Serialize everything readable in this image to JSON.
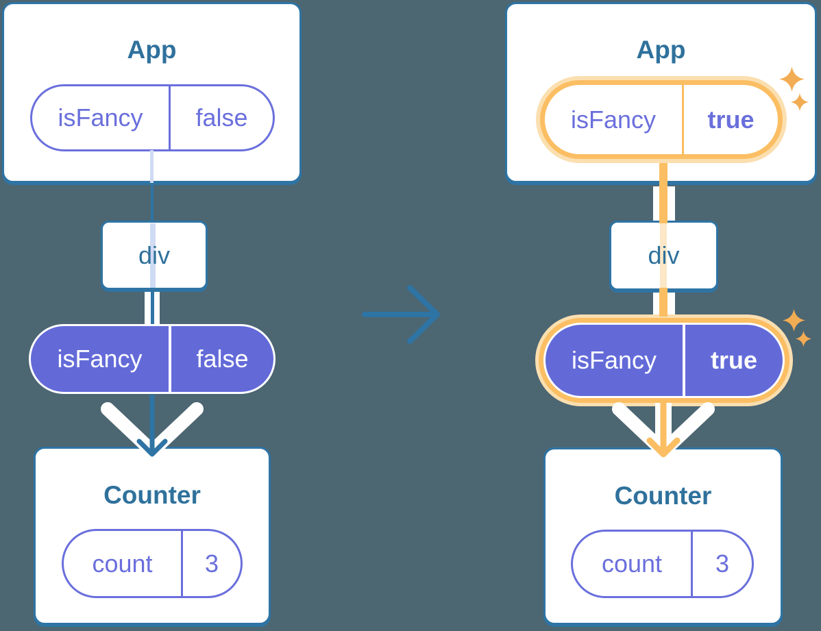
{
  "colors": {
    "background": "#4C6672",
    "teal_line": "#2E74A4",
    "title_text": "#2F719C",
    "purple_accent": "#6A6FDC",
    "purple_fill": "#636AD8",
    "pale_lavender": "#CFDAF3",
    "orange_highlight": "#FBBE63",
    "orange_glow": "#FBDFB0",
    "orange_pale": "#FCE8C6",
    "sparkle": "#F2AC54"
  },
  "before": {
    "app": {
      "title": "App",
      "prop_name": "isFancy",
      "prop_value": "false"
    },
    "div_label": "div",
    "passed_prop": {
      "name": "isFancy",
      "value": "false"
    },
    "counter": {
      "title": "Counter",
      "state_name": "count",
      "state_value": "3"
    }
  },
  "after": {
    "app": {
      "title": "App",
      "prop_name": "isFancy",
      "prop_value": "true"
    },
    "div_label": "div",
    "passed_prop": {
      "name": "isFancy",
      "value": "true"
    },
    "counter": {
      "title": "Counter",
      "state_name": "count",
      "state_value": "3"
    }
  }
}
